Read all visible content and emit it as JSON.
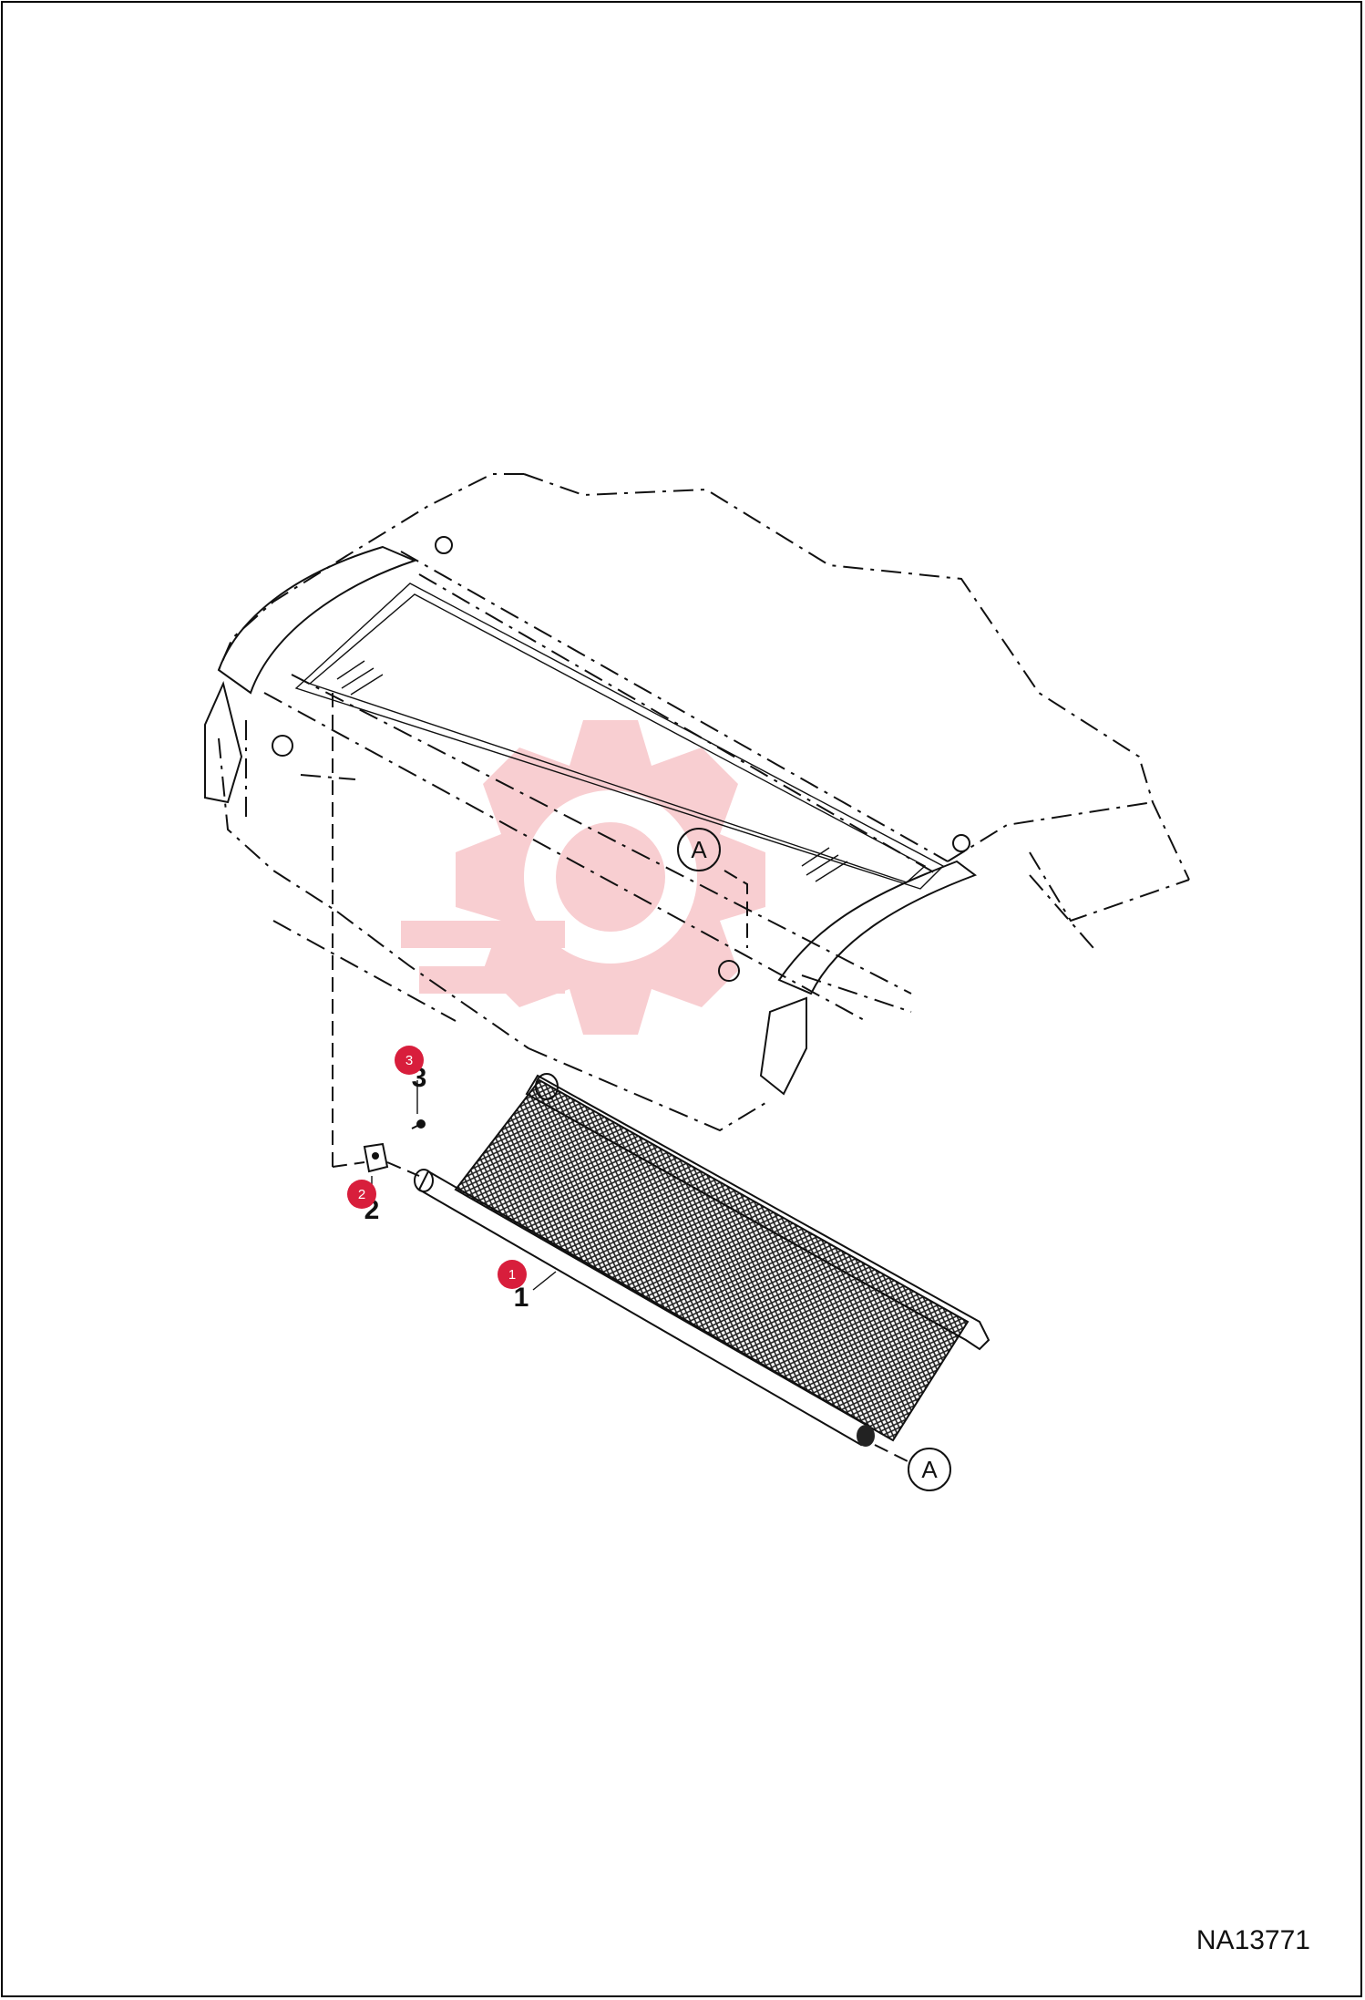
{
  "figure": {
    "id": "NA13771"
  },
  "callouts": {
    "view_a_top": "A",
    "view_a_bottom": "A"
  },
  "parts": [
    {
      "number": "1",
      "badge": "1"
    },
    {
      "number": "2",
      "badge": "2"
    },
    {
      "number": "3",
      "badge": "3"
    }
  ],
  "colors": {
    "badge": "#d81e3c",
    "line": "#111111",
    "watermark": "#f7c9cc"
  },
  "icons": {
    "watermark": "gear-watermark-icon",
    "mesh": "mesh-pattern"
  }
}
